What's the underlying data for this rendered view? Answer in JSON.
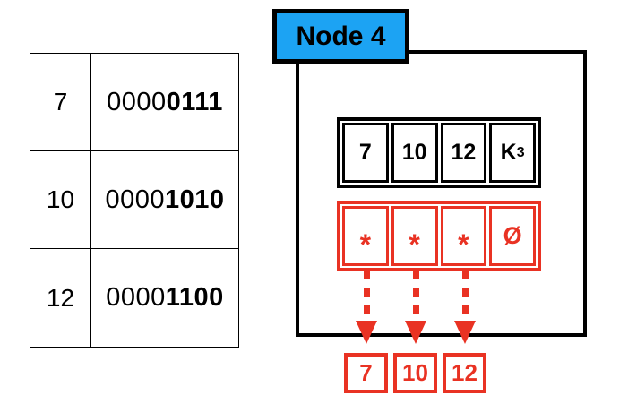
{
  "colors": {
    "node_blue": "#1CA3F3",
    "pointer_red": "#E93223",
    "line_black": "#000000"
  },
  "binary_table": {
    "rows": [
      {
        "value": "7",
        "binary_prefix": "0000",
        "binary_suffix": "0111"
      },
      {
        "value": "10",
        "binary_prefix": "0000",
        "binary_suffix": "1010"
      },
      {
        "value": "12",
        "binary_prefix": "0000",
        "binary_suffix": "1100"
      }
    ]
  },
  "node": {
    "title": "Node 4",
    "keys": [
      "7",
      "10",
      "12"
    ],
    "key_slot_base": "K",
    "key_slot_subscript": "3",
    "pointers": [
      "*",
      "*",
      "*",
      "Ø"
    ]
  },
  "leaf_values": [
    "7",
    "10",
    "12"
  ]
}
